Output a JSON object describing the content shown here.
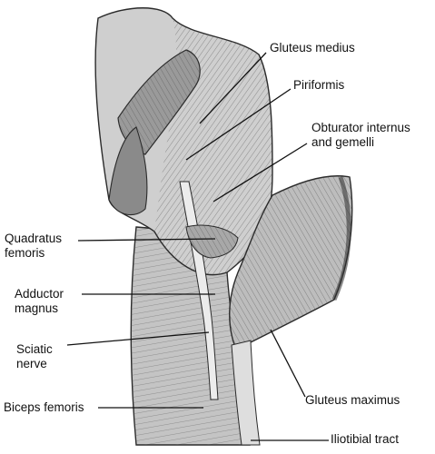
{
  "labels": {
    "gluteus_medius": "Gluteus medius",
    "piriformis": "Piriformis",
    "obturator_line1": "Obturator internus",
    "obturator_line2": "and gemelli",
    "quadratus_line1": "Quadratus",
    "quadratus_line2": "femoris",
    "adductor_line1": "Adductor",
    "adductor_line2": "magnus",
    "sciatic_line1": "Sciatic",
    "sciatic_line2": "nerve",
    "biceps_femoris": "Biceps femoris",
    "gluteus_maximus": "Gluteus maximus",
    "iliotibial_tract": "Iliotibial tract"
  },
  "colors": {
    "muscle_fill": "#c9c9c9",
    "muscle_dark": "#7a7a7a",
    "outline": "#2b2b2b",
    "nerve": "#ececec",
    "leader": "#111111"
  }
}
